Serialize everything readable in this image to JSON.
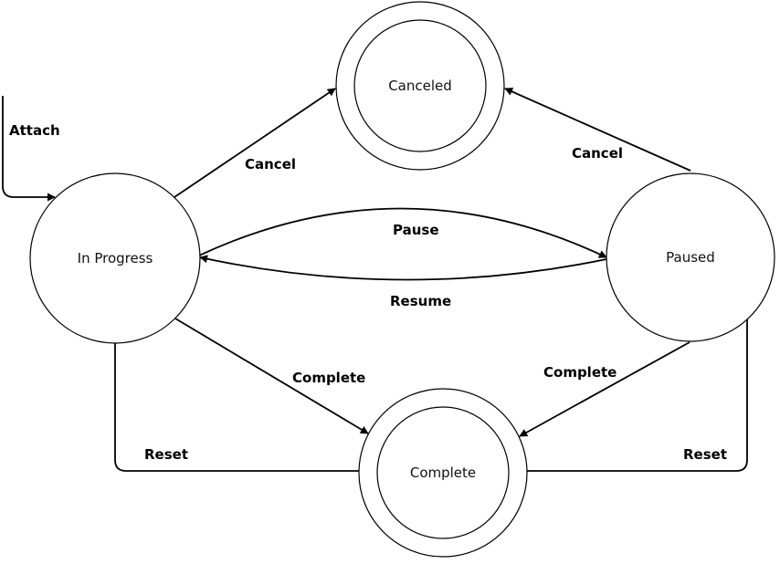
{
  "states": {
    "canceled": "Canceled",
    "in_progress": "In Progress",
    "paused": "Paused",
    "complete": "Complete"
  },
  "transitions": {
    "attach": "Attach",
    "cancel_from_in_progress": "Cancel",
    "cancel_from_paused": "Cancel",
    "pause": "Pause",
    "resume": "Resume",
    "complete_from_in_progress": "Complete",
    "complete_from_paused": "Complete",
    "reset_from_in_progress": "Reset",
    "reset_from_paused": "Reset"
  },
  "colors": {
    "stroke": "#000000",
    "background": "#ffffff"
  }
}
